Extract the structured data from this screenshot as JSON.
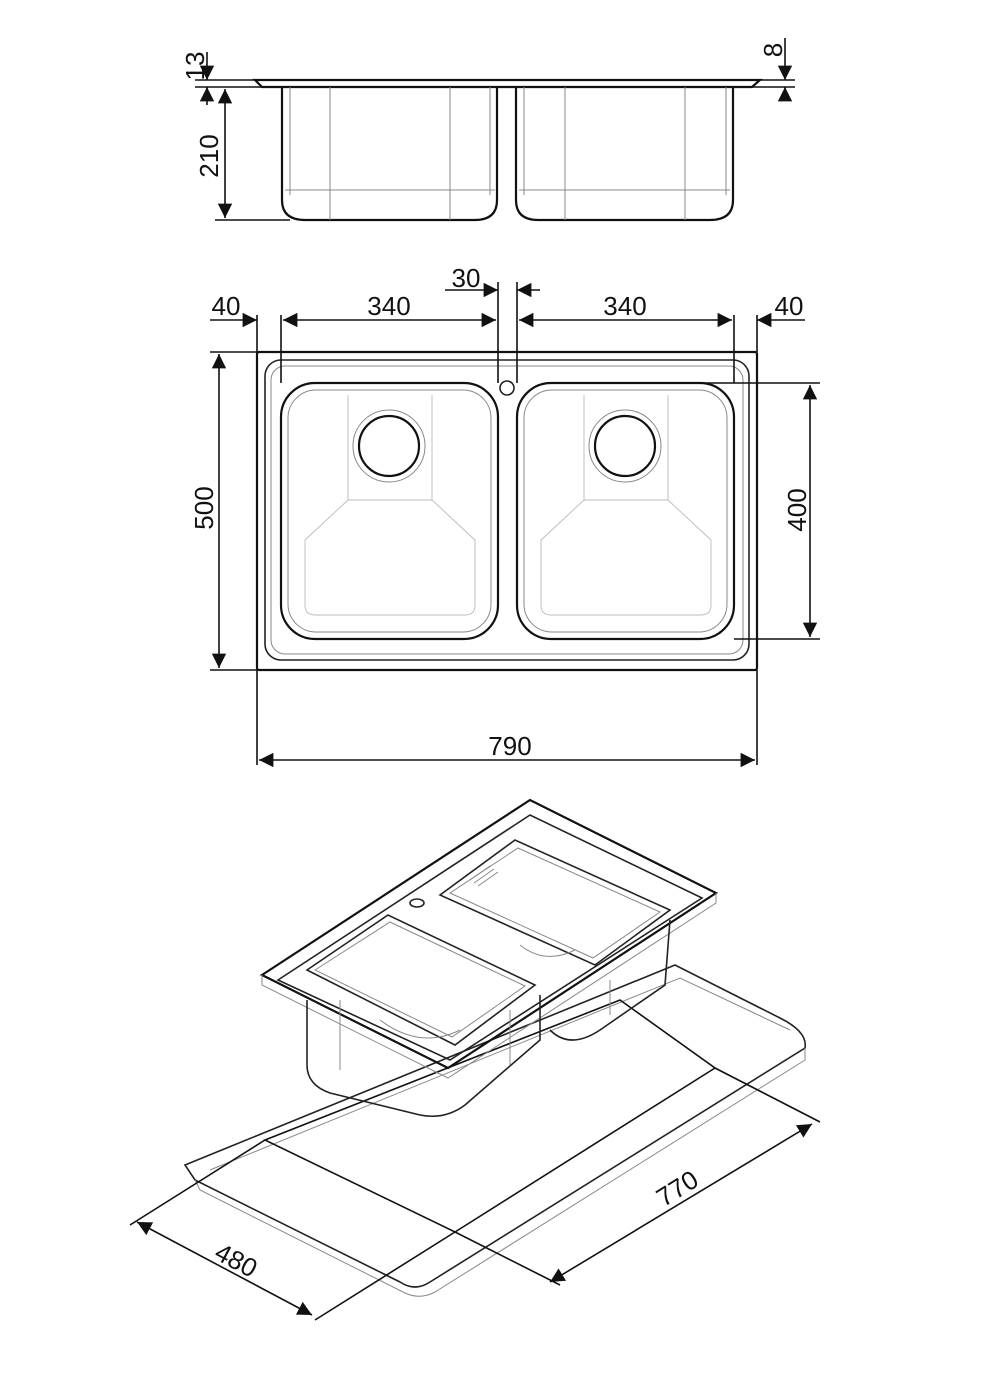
{
  "dimensions": {
    "top_lip": "13",
    "rim_offset": "8",
    "bowl_depth": "210",
    "left_margin": "40",
    "bowl_left_width": "340",
    "divider": "30",
    "bowl_right_width": "340",
    "right_margin": "40",
    "overall_depth": "500",
    "bowl_depth_plan": "400",
    "overall_width": "790",
    "cutout_width": "770",
    "cutout_depth": "480"
  },
  "colors": {
    "line": "#111111",
    "thin": "#888888",
    "background": "#ffffff"
  }
}
